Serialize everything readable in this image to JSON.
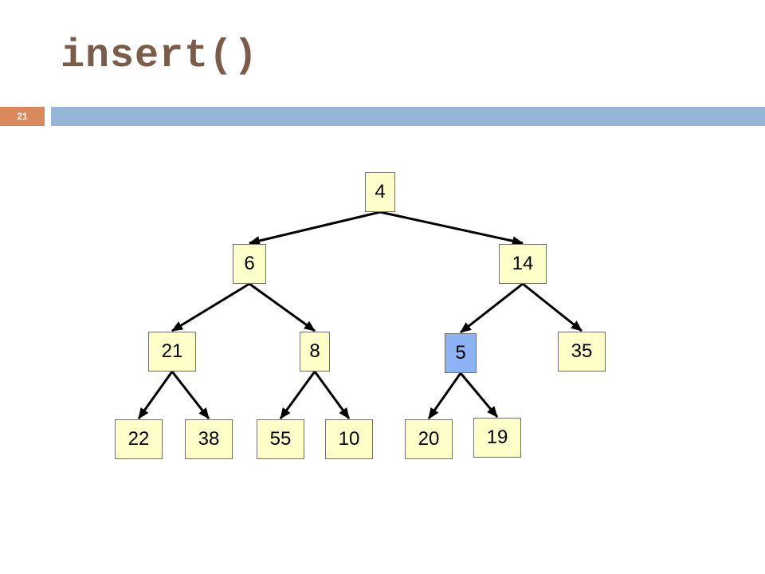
{
  "slide": {
    "title": "insert()",
    "number": "21"
  },
  "colors": {
    "title": "#7a5c48",
    "number_box": "#d9895b",
    "header_bar": "#97b6d6",
    "node_fill": "#fefec9",
    "node_highlight": "#8cb3f3"
  },
  "tree": {
    "nodes": [
      {
        "id": "n4",
        "label": "4"
      },
      {
        "id": "n6",
        "label": "6"
      },
      {
        "id": "n14",
        "label": "14"
      },
      {
        "id": "n21",
        "label": "21"
      },
      {
        "id": "n8",
        "label": "8"
      },
      {
        "id": "n5",
        "label": "5",
        "highlighted": true
      },
      {
        "id": "n35",
        "label": "35"
      },
      {
        "id": "n22",
        "label": "22"
      },
      {
        "id": "n38",
        "label": "38"
      },
      {
        "id": "n55",
        "label": "55"
      },
      {
        "id": "n10",
        "label": "10"
      },
      {
        "id": "n20",
        "label": "20"
      },
      {
        "id": "n19",
        "label": "19"
      }
    ],
    "edges": [
      {
        "from": "n4",
        "to": "n6"
      },
      {
        "from": "n4",
        "to": "n14"
      },
      {
        "from": "n6",
        "to": "n21"
      },
      {
        "from": "n6",
        "to": "n8"
      },
      {
        "from": "n14",
        "to": "n5"
      },
      {
        "from": "n14",
        "to": "n35"
      },
      {
        "from": "n21",
        "to": "n22"
      },
      {
        "from": "n21",
        "to": "n38"
      },
      {
        "from": "n8",
        "to": "n55"
      },
      {
        "from": "n8",
        "to": "n10"
      },
      {
        "from": "n5",
        "to": "n20"
      },
      {
        "from": "n5",
        "to": "n19"
      }
    ]
  }
}
